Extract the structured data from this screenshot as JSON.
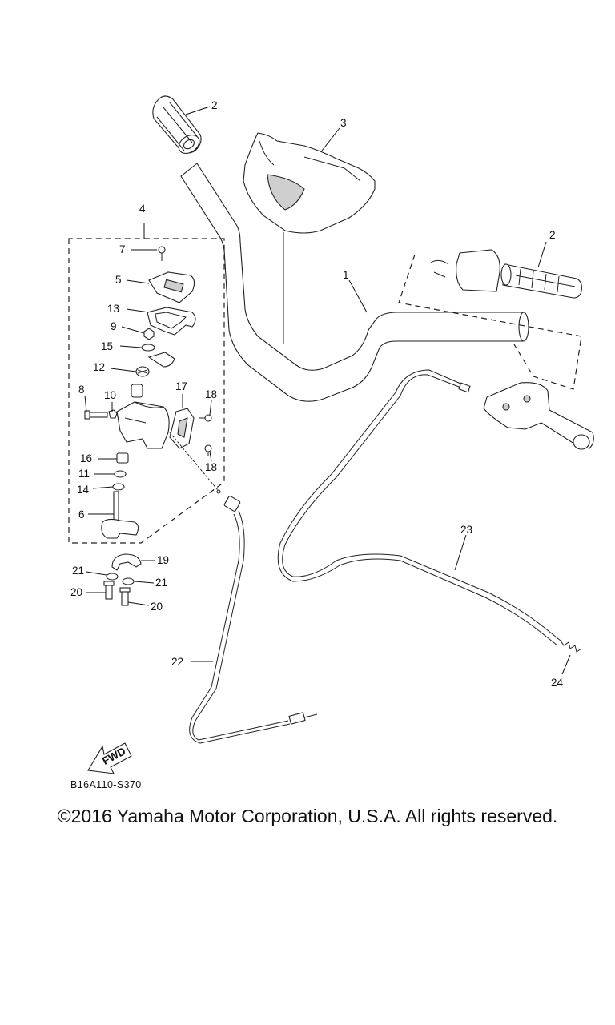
{
  "diagram": {
    "code": "B16A110-S370",
    "fwd_label": "FWD",
    "copyright": "©2016 Yamaha Motor Corporation, U.S.A. All rights reserved.",
    "callouts": {
      "c1": "1",
      "c2a": "2",
      "c2b": "2",
      "c3": "3",
      "c4": "4",
      "c5": "5",
      "c6": "6",
      "c7": "7",
      "c8": "8",
      "c9": "9",
      "c10": "10",
      "c11": "11",
      "c12": "12",
      "c13": "13",
      "c14": "14",
      "c15": "15",
      "c16": "16",
      "c17": "17",
      "c18a": "18",
      "c18b": "18",
      "c19": "19",
      "c20a": "20",
      "c20b": "20",
      "c21a": "21",
      "c21b": "21",
      "c22": "22",
      "c23": "23",
      "c24": "24"
    }
  }
}
